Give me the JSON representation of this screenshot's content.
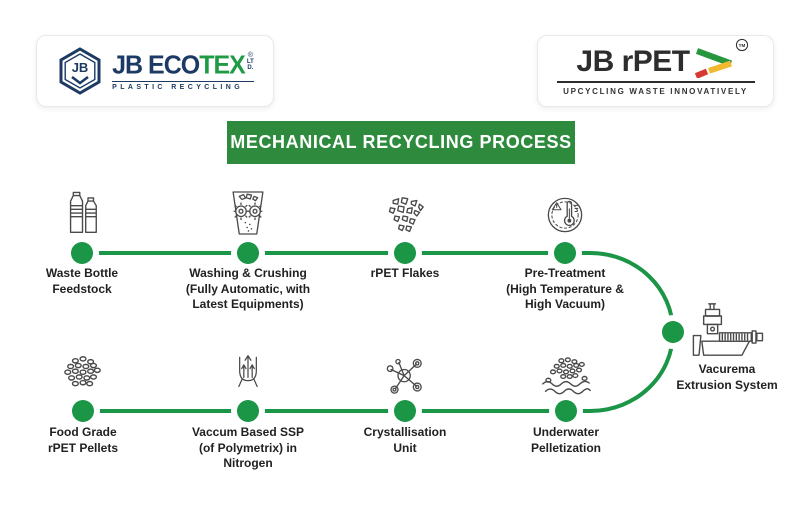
{
  "logos": {
    "ecotex": {
      "monogram": "JB",
      "name_part1": "JB ECO",
      "name_part2": "TEX",
      "reg_mark": "®",
      "ltd": "LTD.",
      "tagline": "PLASTIC RECYCLING",
      "navy": "#1c3a63",
      "green": "#1f9b45"
    },
    "rpet": {
      "name": "JB rPET",
      "tm": "TM",
      "tagline": "UPCYCLING WASTE INNOVATIVELY",
      "text_color": "#2d2d2d",
      "arrow_green": "#27963c",
      "arrow_yellow": "#f2b832",
      "arrow_red": "#d93830"
    }
  },
  "banner": {
    "title": "MECHANICAL RECYCLING PROCESS",
    "bg_color": "#2e8b3d",
    "text_color": "#ffffff"
  },
  "flow": {
    "line_color": "#1b9546",
    "dot_color": "#1b9546",
    "icon_stroke": "#4a4a4a",
    "steps_top": [
      {
        "icon": "bottles-icon",
        "lines": [
          "Waste Bottle",
          "Feedstock"
        ]
      },
      {
        "icon": "crusher-icon",
        "lines": [
          "Washing & Crushing",
          "(Fully Automatic, with",
          "Latest Equipments)"
        ]
      },
      {
        "icon": "flakes-icon",
        "lines": [
          "rPET Flakes"
        ]
      },
      {
        "icon": "gauge-icon",
        "lines": [
          "Pre-Treatment",
          "(High Temperature &",
          "High Vacuum)"
        ]
      }
    ],
    "step_right": {
      "icon": "extruder-icon",
      "lines": [
        "Vacurema",
        "Extrusion System"
      ]
    },
    "steps_bottom": [
      {
        "icon": "pellets-icon",
        "lines": [
          "Food Grade",
          "rPET Pellets"
        ]
      },
      {
        "icon": "ssp-vessel-icon",
        "lines": [
          "Vaccum Based SSP",
          "(of Polymetrix) in",
          "Nitrogen"
        ]
      },
      {
        "icon": "molecule-icon",
        "lines": [
          "Crystallisation",
          "Unit"
        ]
      },
      {
        "icon": "underwater-icon",
        "lines": [
          "Underwater",
          "Pelletization"
        ]
      }
    ]
  }
}
